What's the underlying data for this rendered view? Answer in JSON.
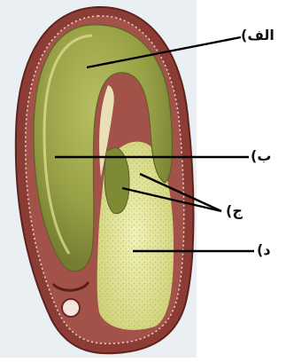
{
  "labels": [
    {
      "id": "alef",
      "text": "الف)"
    },
    {
      "id": "be",
      "text": "ب)"
    },
    {
      "id": "jim",
      "text": "ج)"
    },
    {
      "id": "dal",
      "text": "د)"
    }
  ],
  "colors": {
    "seed_coat": "#8a3b33",
    "seed_coat_dark": "#6a2620",
    "embryo": "#9aa24a",
    "embryo_dark": "#6f7a2e",
    "endosperm": "#dfe08a",
    "background_panel": "#e8eef2",
    "leader_line": "#000000"
  }
}
